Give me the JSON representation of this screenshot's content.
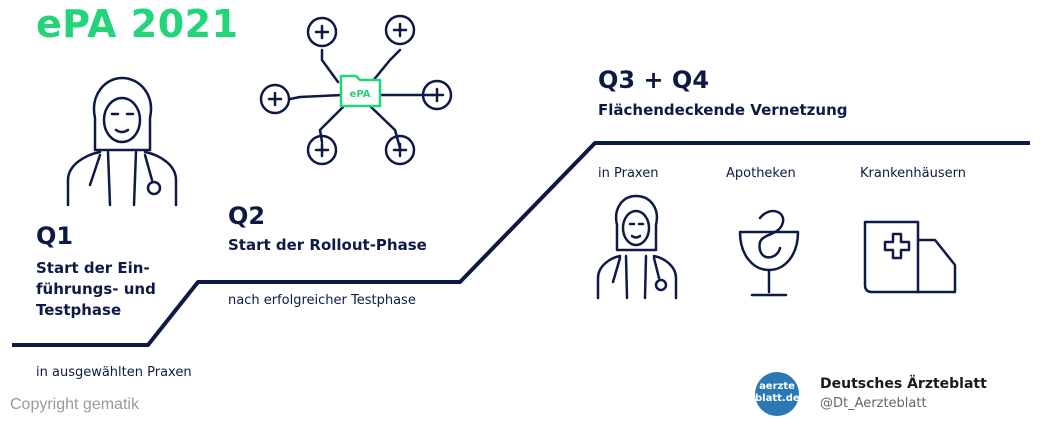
{
  "title": "ePA 2021",
  "phases": {
    "q1": {
      "label": "Q1",
      "desc_line1": "Start der Ein-",
      "desc_line2": "führungs- und",
      "desc_line3": "Testphase",
      "note": "in ausgewählten Praxen"
    },
    "q2": {
      "label": "Q2",
      "desc": "Start der Rollout-Phase",
      "note": "nach erfolgreicher Testphase"
    },
    "q34": {
      "label": "Q3 + Q4",
      "desc": "Flächendeckende Vernetzung",
      "places": [
        "in Praxen",
        "Apotheken",
        "Krankenhäusern"
      ]
    }
  },
  "network": {
    "center_label": "ePA"
  },
  "copyright": "Copyright gematik",
  "source": {
    "logo_line1": "aerzte",
    "logo_line2": "blatt.de",
    "name": "Deutsches Ärzteblatt",
    "handle": "@Dt_Aerzteblatt"
  },
  "colors": {
    "navy": "#0d1a45",
    "green": "#22d47a",
    "logo_blue": "#2c78b5"
  }
}
